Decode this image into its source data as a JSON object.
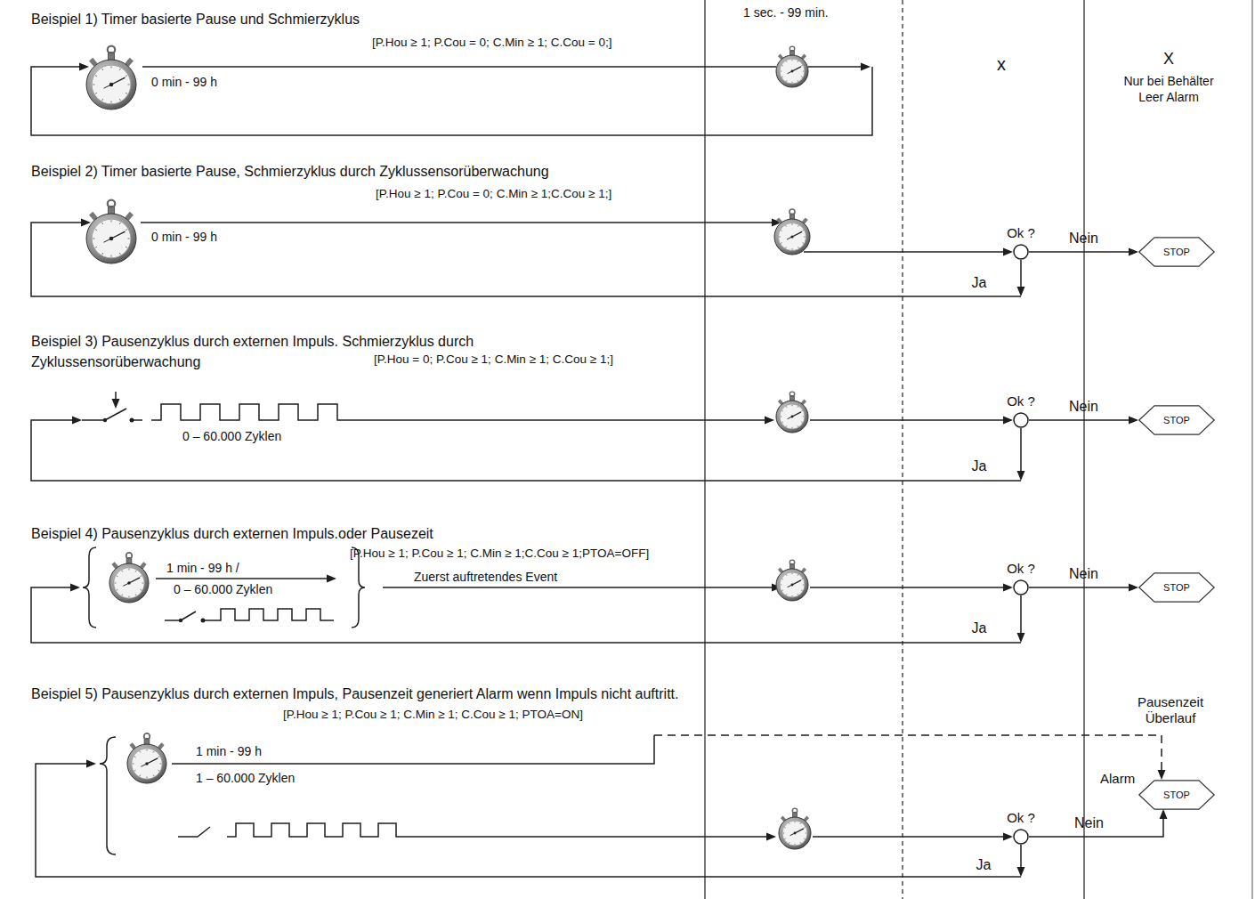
{
  "diagram": {
    "nodes": [
      {
        "text": [
          "Ok ?"
        ]
      },
      {
        "text": [
          "STOP"
        ]
      },
      {
        "text": [
          "Ok ?"
        ]
      },
      {
        "text": [
          "STOP"
        ]
      },
      {
        "text": [
          "Ok ?"
        ]
      },
      {
        "text": [
          "STOP"
        ]
      },
      {
        "text": [
          "Ok ?"
        ]
      },
      {
        "text": [
          "STOP"
        ]
      }
    ],
    "edges": [
      {
        "from": 0,
        "to": 1,
        "arrow": "to",
        "label": "Nein"
      },
      {
        "from": 2,
        "to": 3,
        "arrow": "to",
        "label": "Nein"
      },
      {
        "from": 4,
        "to": 5,
        "arrow": "to",
        "label": "Nein"
      },
      {
        "from": 6,
        "to": 7,
        "arrow": "to",
        "label": "Nein"
      }
    ],
    "labels": [
      "1 sec. - 99 min.",
      "Beispiel 1) Timer basierte Pause und Schmierzyklus",
      "[P.Hou ≥ 1; P.Cou = 0; C.Min ≥ 1; C.Cou = 0;]",
      "0 min - 99 h",
      "x",
      "X",
      "Nur bei Behälter Leer Alarm",
      "Beispiel 2) Timer basierte Pause, Schmierzyklus durch Zyklussensorüberwachung",
      "[P.Hou ≥ 1; P.Cou = 0; C.Min ≥ 1;C.Cou ≥ 1;]",
      "0 min - 99 h",
      "Ja",
      "Beispiel 3) Pausenzyklus durch externen Impuls. Schmierzyklus durch Zyklussensorüberwachung",
      "[P.Hou = 0; P.Cou ≥ 1; C.Min ≥ 1; C.Cou ≥ 1;]",
      "0 – 60.000 Zyklen",
      "Ja",
      "Beispiel 4) Pausenzyklus durch externen Impuls.oder Pausezeit",
      "[P.Hou ≥ 1; P.Cou ≥ 1; C.Min ≥ 1;C.Cou ≥ 1;PTOA=OFF]",
      "1 min - 99 h /",
      "0 – 60.000 Zyklen",
      "Zuerst auftretendes Event",
      "Ja",
      "Beispiel 5) Pausenzyklus durch externen Impuls, Pausenzeit generiert Alarm wenn Impuls nicht auftritt.",
      "[P.Hou ≥ 1; P.Cou ≥ 1; C.Min ≥ 1; C.Cou ≥ 1; PTOA=ON]",
      "1 min - 99 h",
      "1 – 60.000 Zyklen",
      "Pausenzeit Überlauf",
      "Alarm",
      "Ja"
    ]
  }
}
